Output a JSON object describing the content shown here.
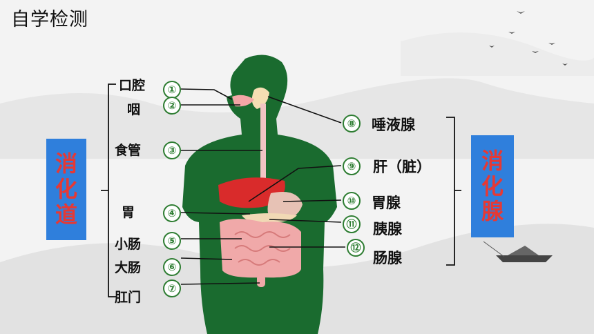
{
  "title": "自学检测",
  "left_box": {
    "chars": [
      "消",
      "化",
      "道"
    ]
  },
  "right_box": {
    "chars": [
      "消",
      "化",
      "腺"
    ]
  },
  "tract_labels": [
    {
      "num": "①",
      "label": "口腔"
    },
    {
      "num": "②",
      "label": "咽"
    },
    {
      "num": "③",
      "label": "食管"
    },
    {
      "num": "④",
      "label": "胃"
    },
    {
      "num": "⑤",
      "label": "小肠"
    },
    {
      "num": "⑥",
      "label": "大肠"
    },
    {
      "num": "⑦",
      "label": "肛门"
    }
  ],
  "gland_labels": [
    {
      "num": "⑧",
      "label": "唾液腺"
    },
    {
      "num": "⑨",
      "label": "肝（脏）"
    },
    {
      "num": "⑩",
      "label": "胃腺"
    },
    {
      "num": "⑪",
      "label": "胰腺"
    },
    {
      "num": "⑫",
      "label": "肠腺"
    }
  ],
  "colors": {
    "body": "#1a6b2f",
    "box": "#2f7fdc",
    "box_text": "#e53935",
    "number": "#2e7d32"
  }
}
